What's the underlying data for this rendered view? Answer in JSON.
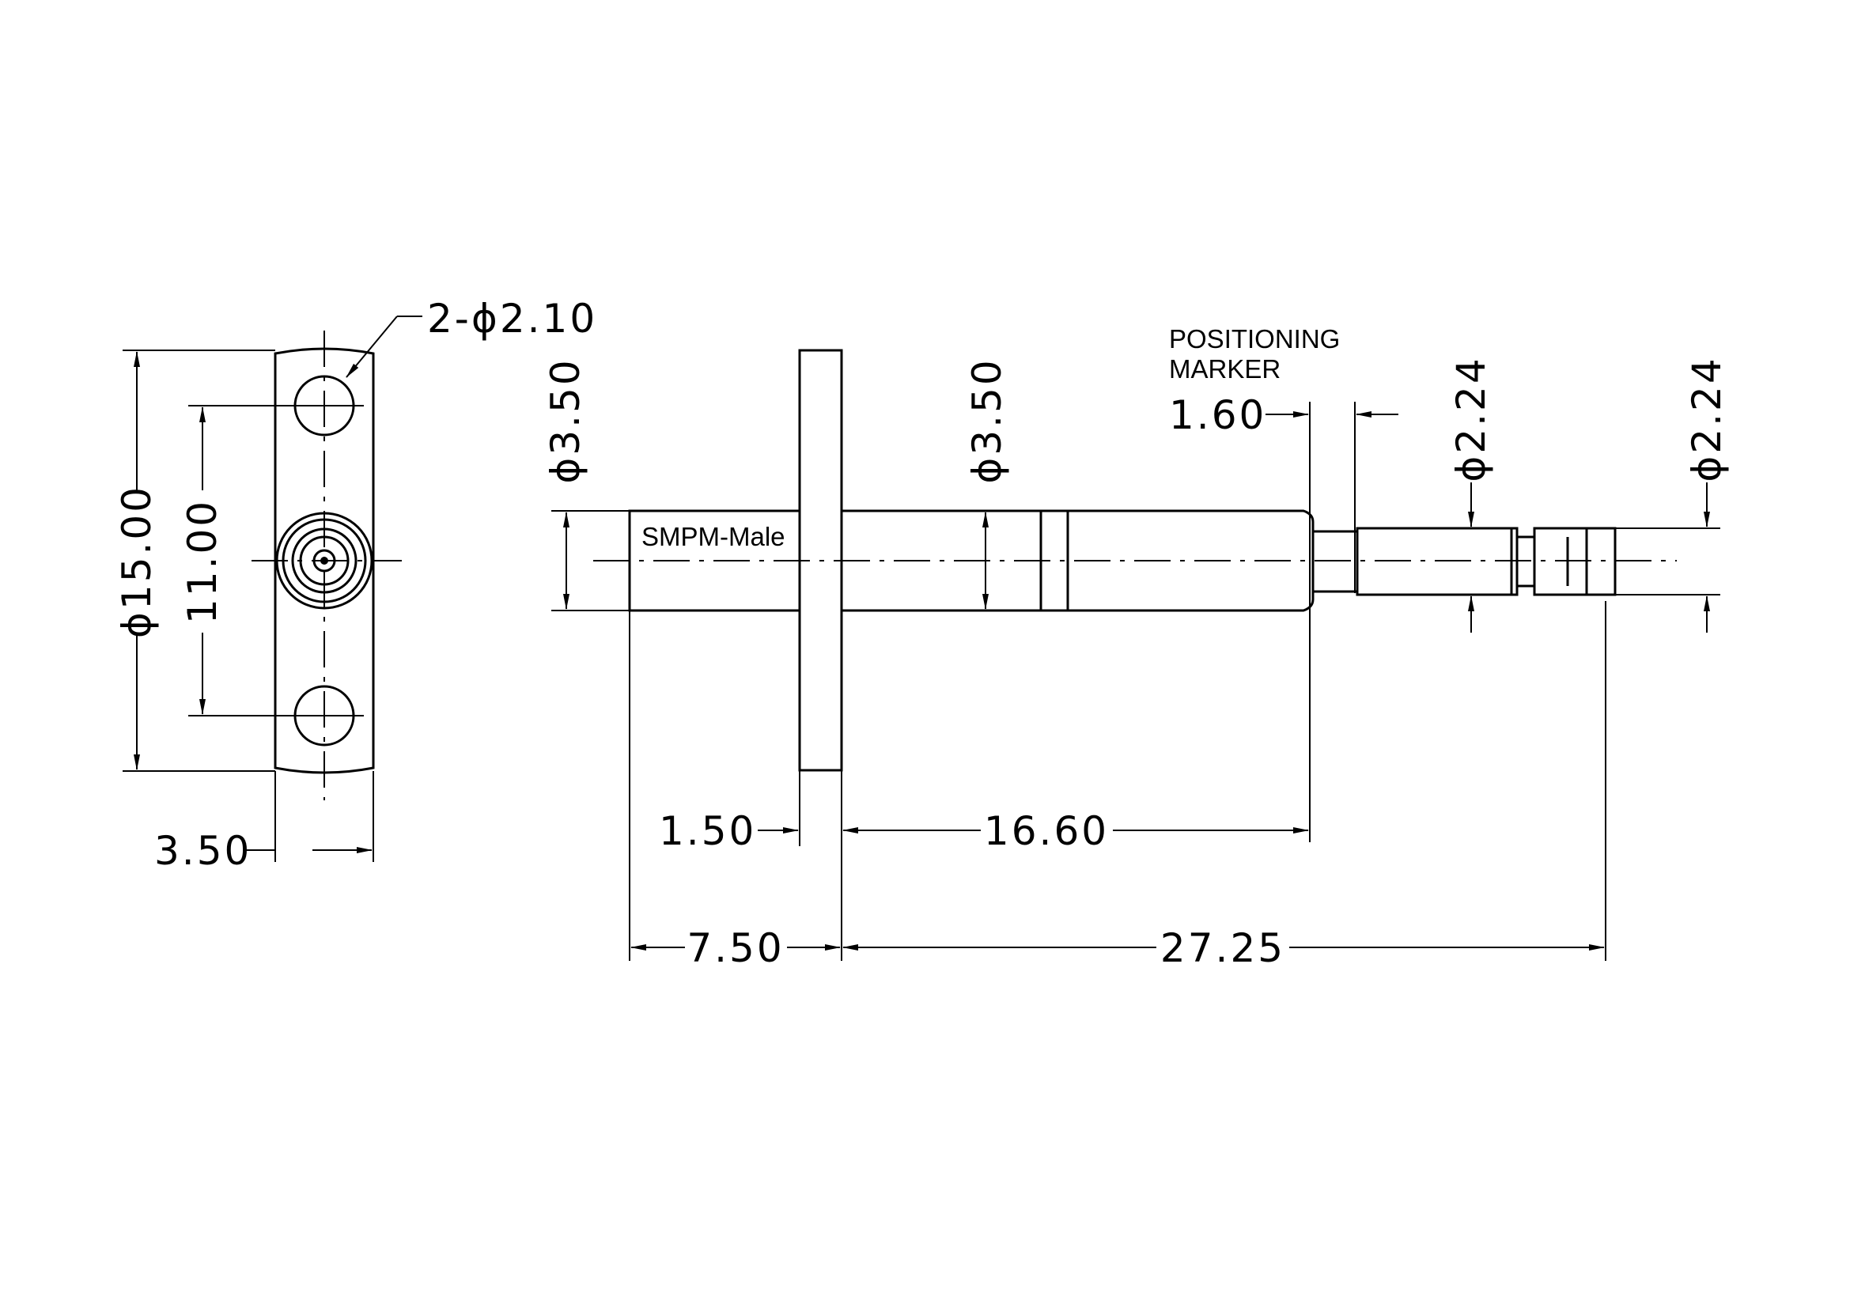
{
  "labels": {
    "hole_spec": "2-ϕ2.10",
    "dia_15": "ϕ15.00",
    "spacing_11": "11.00",
    "flange_thk": "3.50",
    "dia_350_left": "ϕ3.50",
    "dia_350_mid": "ϕ3.50",
    "part_marking": "SMPM-Male",
    "marker_line1": "POSITIONING",
    "marker_line2": "MARKER",
    "dim_160": "1.60",
    "dia_224_a": "ϕ2.24",
    "dia_224_b": "ϕ2.24",
    "dim_150": "1.50",
    "dim_1660": "16.60",
    "dim_750": "7.50",
    "dim_2725": "27.25"
  }
}
